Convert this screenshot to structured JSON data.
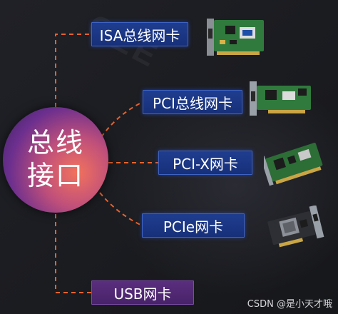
{
  "hub": {
    "line1": "总线",
    "line2": "接口"
  },
  "nodes": [
    {
      "label": "ISA总线网卡",
      "icon": "isa-card-image"
    },
    {
      "label": "PCI总线网卡",
      "icon": "pci-card-image"
    },
    {
      "label": "PCI-X网卡",
      "icon": "pcix-card-image"
    },
    {
      "label": "PCIe网卡",
      "icon": "pcie-card-image"
    },
    {
      "label": "USB网卡"
    }
  ],
  "colors": {
    "connector": "#e8622c",
    "tag_blue": "#1f3d8f",
    "tag_purple": "#5a2e7e",
    "hub_warm": "#f2725c",
    "hub_cool": "#6c2f8e"
  },
  "watermark": "CSDN @是小天才哦"
}
